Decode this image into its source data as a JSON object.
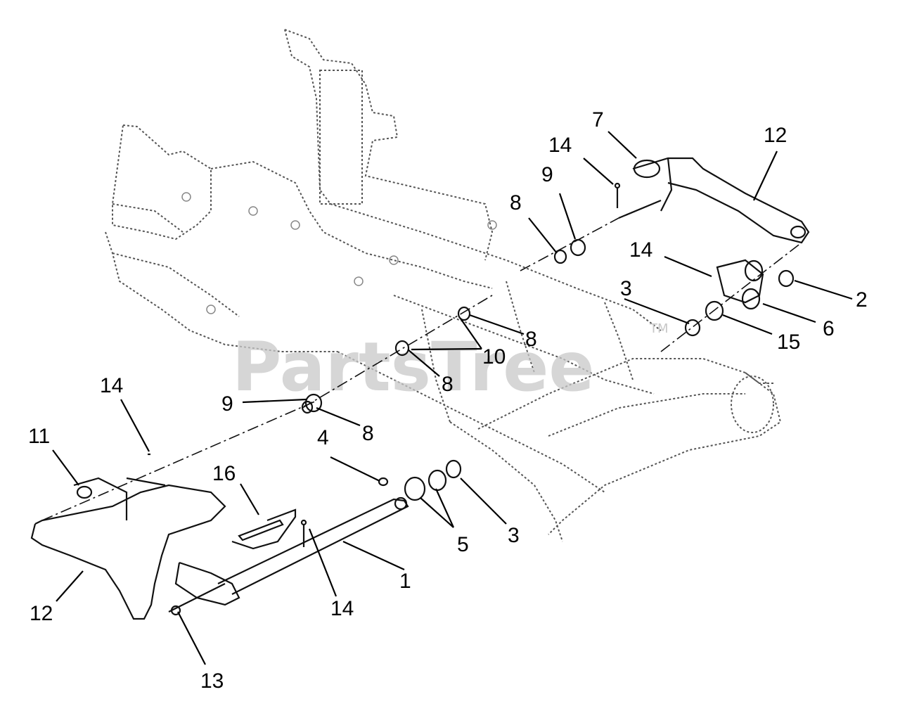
{
  "watermark": {
    "text": "PartsTree",
    "trademark": "TM"
  },
  "callouts": [
    {
      "id": "c1",
      "text": "1"
    },
    {
      "id": "c2",
      "text": "2"
    },
    {
      "id": "c3a",
      "text": "3"
    },
    {
      "id": "c3b",
      "text": "3"
    },
    {
      "id": "c4",
      "text": "4"
    },
    {
      "id": "c5",
      "text": "5"
    },
    {
      "id": "c6",
      "text": "6"
    },
    {
      "id": "c7",
      "text": "7"
    },
    {
      "id": "c8a",
      "text": "8"
    },
    {
      "id": "c8b",
      "text": "8"
    },
    {
      "id": "c8c",
      "text": "8"
    },
    {
      "id": "c8d",
      "text": "8"
    },
    {
      "id": "c9a",
      "text": "9"
    },
    {
      "id": "c9b",
      "text": "9"
    },
    {
      "id": "c10",
      "text": "10"
    },
    {
      "id": "c11",
      "text": "11"
    },
    {
      "id": "c12a",
      "text": "12"
    },
    {
      "id": "c12b",
      "text": "12"
    },
    {
      "id": "c13",
      "text": "13"
    },
    {
      "id": "c14a",
      "text": "14"
    },
    {
      "id": "c14b",
      "text": "14"
    },
    {
      "id": "c14c",
      "text": "14"
    },
    {
      "id": "c14d",
      "text": "14"
    },
    {
      "id": "c15",
      "text": "15"
    },
    {
      "id": "c16",
      "text": "16"
    }
  ]
}
